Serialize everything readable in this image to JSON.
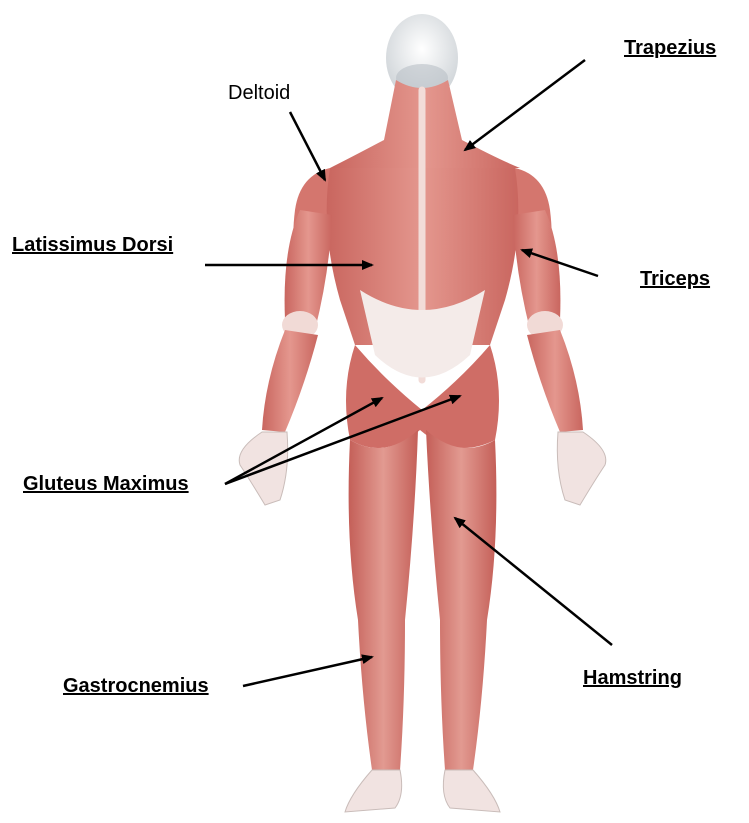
{
  "labels": {
    "deltoid": "Deltoid",
    "trapezius": "Trapezius",
    "latissimus_dorsi": "Latissimus Dorsi",
    "triceps": "Triceps",
    "gluteus_maximus": "Gluteus Maximus",
    "hamstring": "Hamstring",
    "gastrocnemius": "Gastrocnemius"
  },
  "colors": {
    "muscle": "#d9837b",
    "muscle_dark": "#b85a53",
    "skull": "#e9ecee",
    "tendon": "#f7ecea",
    "arrow": "#000000"
  }
}
